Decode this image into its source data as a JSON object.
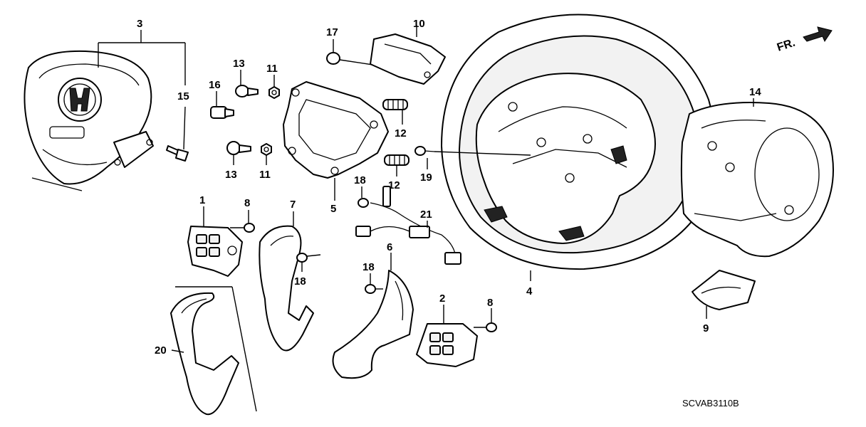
{
  "callouts": {
    "p1": "1",
    "p2": "2",
    "p3": "3",
    "p4": "4",
    "p5": "5",
    "p6": "6",
    "p7": "7",
    "p8a": "8",
    "p8b": "8",
    "p9": "9",
    "p10": "10",
    "p11a": "11",
    "p11b": "11",
    "p12a": "12",
    "p12b": "12",
    "p13a": "13",
    "p13b": "13",
    "p14": "14",
    "p15": "15",
    "p16": "16",
    "p17": "17",
    "p18a": "18",
    "p18b": "18",
    "p18c": "18",
    "p19": "19",
    "p20": "20",
    "p21": "21"
  },
  "direction_indicator": {
    "label": "FR.",
    "icon": "arrow-right-icon"
  },
  "diagram_code": "SCVAB3110B"
}
